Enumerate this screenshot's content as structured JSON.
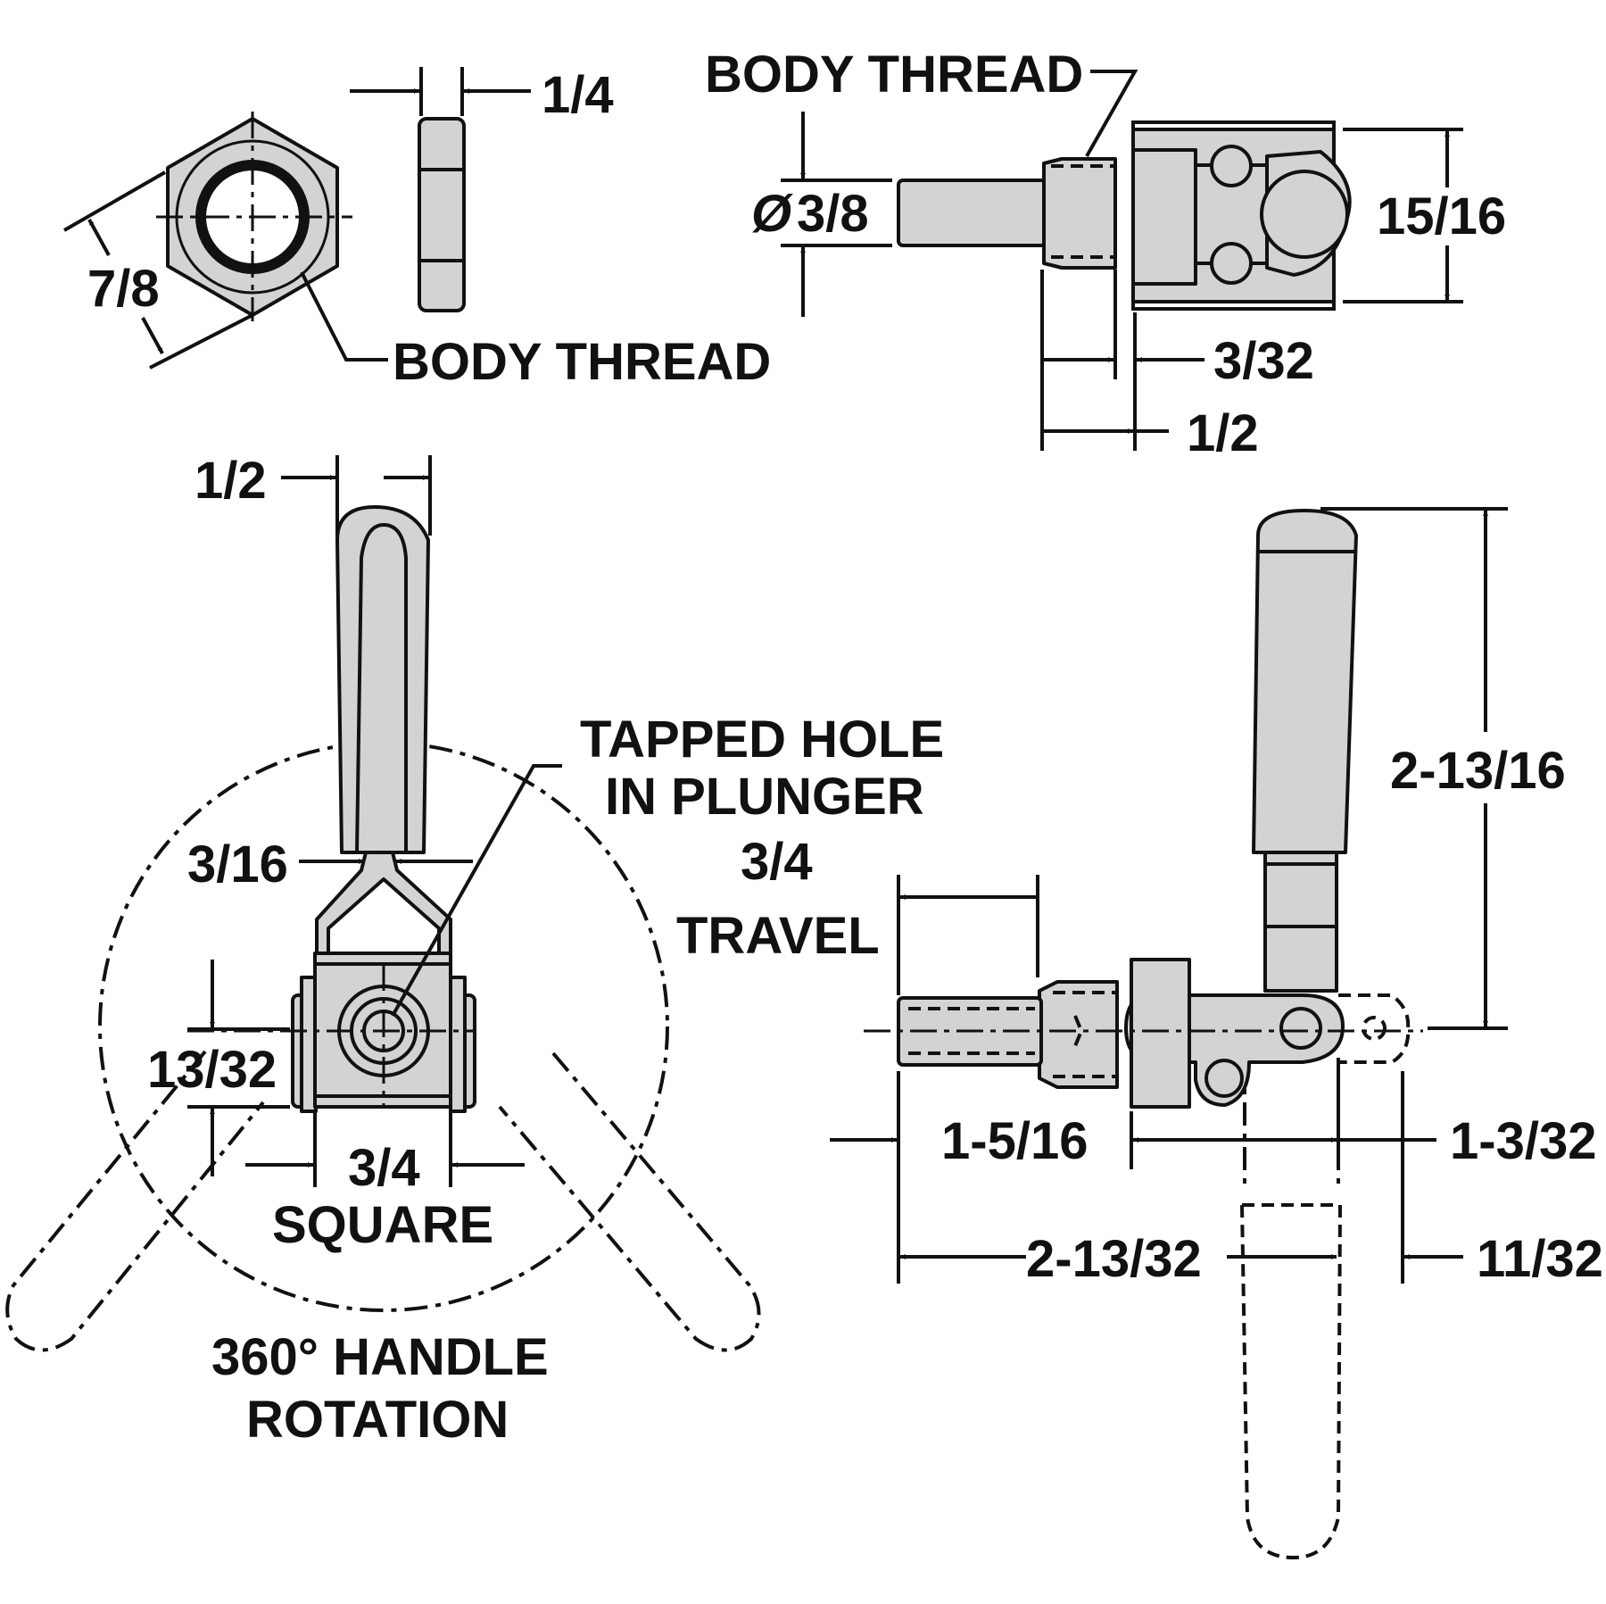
{
  "labels": {
    "hex_width": "1/4",
    "hex_across_flats": "7/8",
    "body_thread_hex": "BODY THREAD",
    "body_thread_top": "BODY THREAD",
    "shaft_diameter_symbol": "Ø",
    "shaft_diameter": "3/8",
    "body_height": "15/16",
    "dim_3_32": "3/32",
    "dim_1_2_top": "1/2",
    "handle_width": "1/2",
    "tapped_hole_line1": "TAPPED HOLE",
    "tapped_hole_line2": "IN PLUNGER",
    "handle_neck": "3/16",
    "block_height": "13/32",
    "square_size": "3/4",
    "square_word": "SQUARE",
    "rotation_line1": "360° HANDLE",
    "rotation_line2": "ROTATION",
    "travel_value": "3/4",
    "travel_word": "TRAVEL",
    "handle_height": "2-13/16",
    "dim_1_5_16": "1-5/16",
    "dim_1_3_32": "1-3/32",
    "dim_2_13_32": "2-13/32",
    "dim_11_32": "11/32"
  }
}
